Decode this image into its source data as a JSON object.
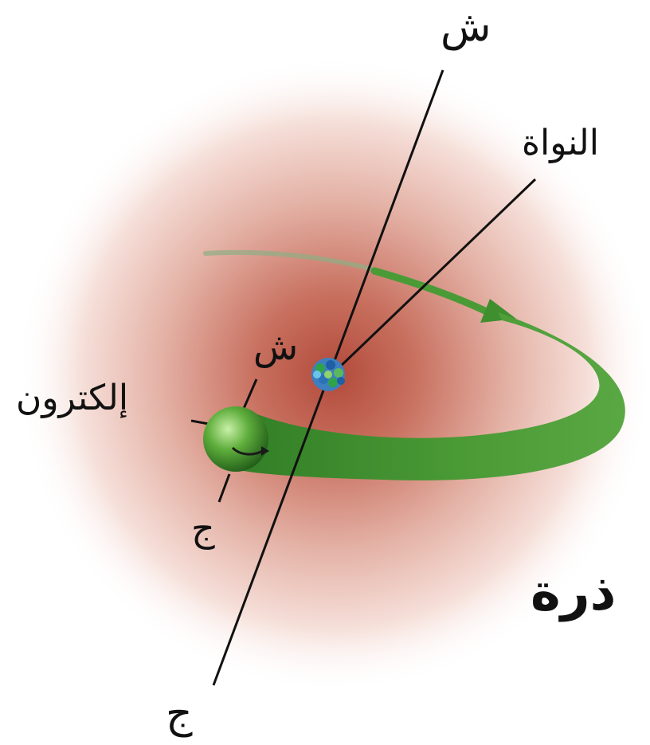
{
  "title": "ذرة",
  "labels": {
    "axis_n_top": "ش",
    "nucleus": "النواة",
    "electron_axis_n": "ش",
    "electron": "إلكترون",
    "electron_axis_s": "ج",
    "axis_s_bottom": "ج"
  },
  "colors": {
    "cloud_center": "#b34a3a",
    "cloud_edge": "#ffffff",
    "orbit_green": "#3f8f2e",
    "electron_green": "#5fae3c",
    "nucleus_blue": "#2f6fb3",
    "line": "#111111"
  }
}
